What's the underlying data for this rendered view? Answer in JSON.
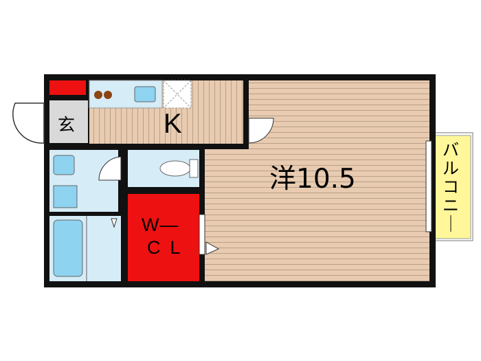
{
  "rooms": {
    "kitchen": "K",
    "genkan": "玄",
    "western": "洋10.5",
    "wcl_line1": "W—",
    "wcl_line2": "CL",
    "balcony": "バルコニー"
  },
  "colors": {
    "wall": "#111111",
    "floor": "#e8cbb0",
    "floor_line": "#b9a08a",
    "wet_area": "#d6ecf7",
    "fixture": "#8ed3f0",
    "closet": "#ee1111",
    "balcony": "#fff799",
    "genkan": "#d9d9d9",
    "stove": "#8b4513"
  }
}
